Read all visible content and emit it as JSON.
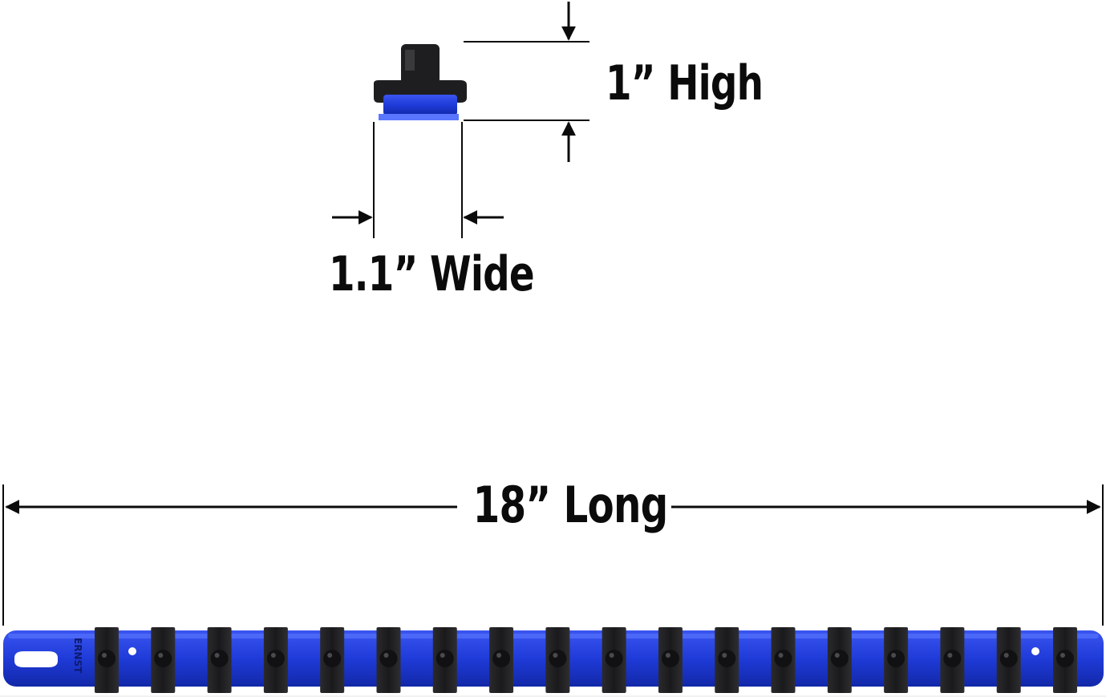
{
  "dimensions": {
    "height_label": "1” High",
    "width_label": "1.1” Wide",
    "length_label": "18” Long"
  },
  "rail": {
    "brand": "ERNST",
    "clip_count": 18,
    "color": "#1f3bd8"
  },
  "colors": {
    "rail_blue": "#1f3bd8",
    "clip_black": "#1d1d1f",
    "ink": "#0b0b0b"
  }
}
